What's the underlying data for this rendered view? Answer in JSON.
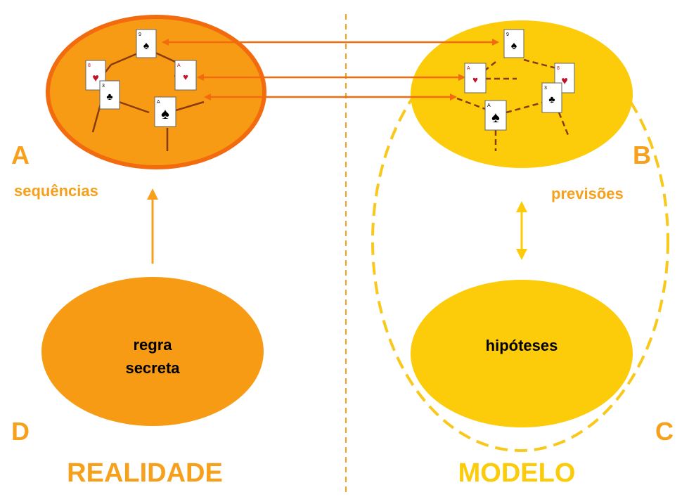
{
  "labels": {
    "corner_a": "A",
    "corner_b": "B",
    "corner_c": "C",
    "corner_d": "D",
    "sequencias": "sequências",
    "previsoes": "previsões",
    "regra_line1": "regra",
    "regra_line2": "secreta",
    "hipoteses": "hipóteses",
    "realidade": "REALIDADE",
    "modelo": "MODELO"
  },
  "colors": {
    "orange": "#f6a01c",
    "orange_dark": "#f07d10",
    "orange_border": "#f26b0f",
    "arrow": "#f26b0f",
    "yellow": "#fccb09",
    "yellow_dashed": "#f8c81c",
    "label_orange": "#f6a01c",
    "card_line": "#8a3a10"
  },
  "cards": {
    "left": [
      {
        "name": "nine-of-spades",
        "rank": "9",
        "suit": "♠"
      },
      {
        "name": "eight-of-hearts",
        "rank": "8",
        "suit": "♥"
      },
      {
        "name": "ace-of-hearts",
        "rank": "A",
        "suit": "♥"
      },
      {
        "name": "three-of-clubs",
        "rank": "3",
        "suit": "♣"
      },
      {
        "name": "ace-of-spades",
        "rank": "A",
        "suit": "♠"
      }
    ],
    "right": [
      {
        "name": "nine-of-spades",
        "rank": "9",
        "suit": "♠"
      },
      {
        "name": "ace-of-hearts",
        "rank": "A",
        "suit": "♥"
      },
      {
        "name": "eight-of-hearts",
        "rank": "8",
        "suit": "♥"
      },
      {
        "name": "three-of-clubs",
        "rank": "3",
        "suit": "♣"
      },
      {
        "name": "ace-of-spades",
        "rank": "A",
        "suit": "♠"
      }
    ]
  }
}
